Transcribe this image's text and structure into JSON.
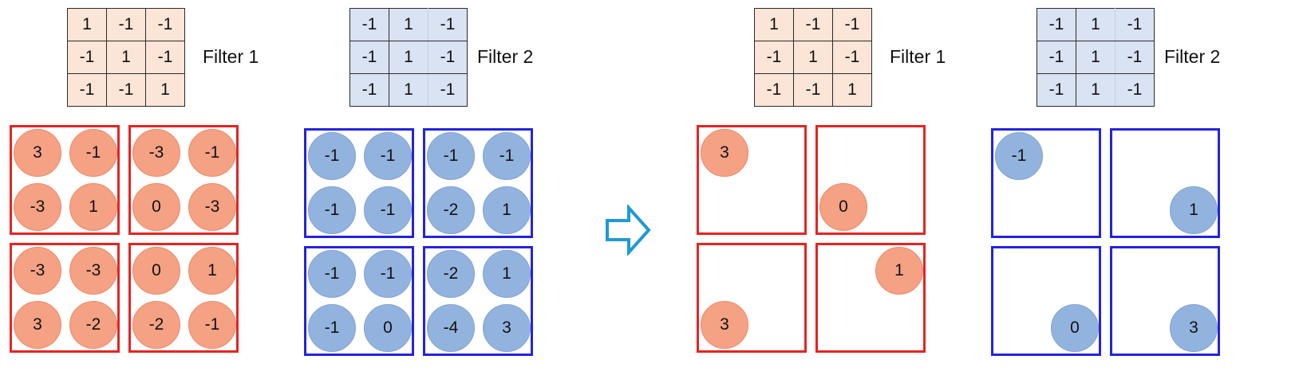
{
  "filter1": {
    "label": "Filter 1",
    "rows": [
      [
        "1",
        "-1",
        "-1"
      ],
      [
        "-1",
        "1",
        "-1"
      ],
      [
        "-1",
        "-1",
        "1"
      ]
    ]
  },
  "filter2": {
    "label": "Filter 2",
    "rows": [
      [
        "-1",
        "1",
        "-1"
      ],
      [
        "-1",
        "1",
        "-1"
      ],
      [
        "-1",
        "1",
        "-1"
      ]
    ]
  },
  "left_red_groups": [
    [
      "3",
      "-1",
      "-3",
      "1"
    ],
    [
      "-3",
      "-1",
      "0",
      "-3"
    ],
    [
      "-3",
      "-3",
      "3",
      "-2"
    ],
    [
      "0",
      "1",
      "-2",
      "-1"
    ]
  ],
  "left_blue_groups": [
    [
      "-1",
      "-1",
      "-1",
      "-1"
    ],
    [
      "-1",
      "-1",
      "-2",
      "1"
    ],
    [
      "-1",
      "-1",
      "-1",
      "0"
    ],
    [
      "-2",
      "1",
      "-4",
      "3"
    ]
  ],
  "right_red_max": [
    "3",
    "0",
    "3",
    "1"
  ],
  "right_blue_max": [
    "-1",
    "1",
    "0",
    "3"
  ],
  "arrow_icon": "hollow-right-arrow-icon",
  "colors": {
    "filter1_fill": "#fbe5d6",
    "filter2_fill": "#dae3f3",
    "red_border": "#e82323",
    "blue_border": "#2323e0",
    "orange_circle": "#f4a184",
    "blue_circle": "#93b3df",
    "arrow": "#1e9ad6"
  }
}
